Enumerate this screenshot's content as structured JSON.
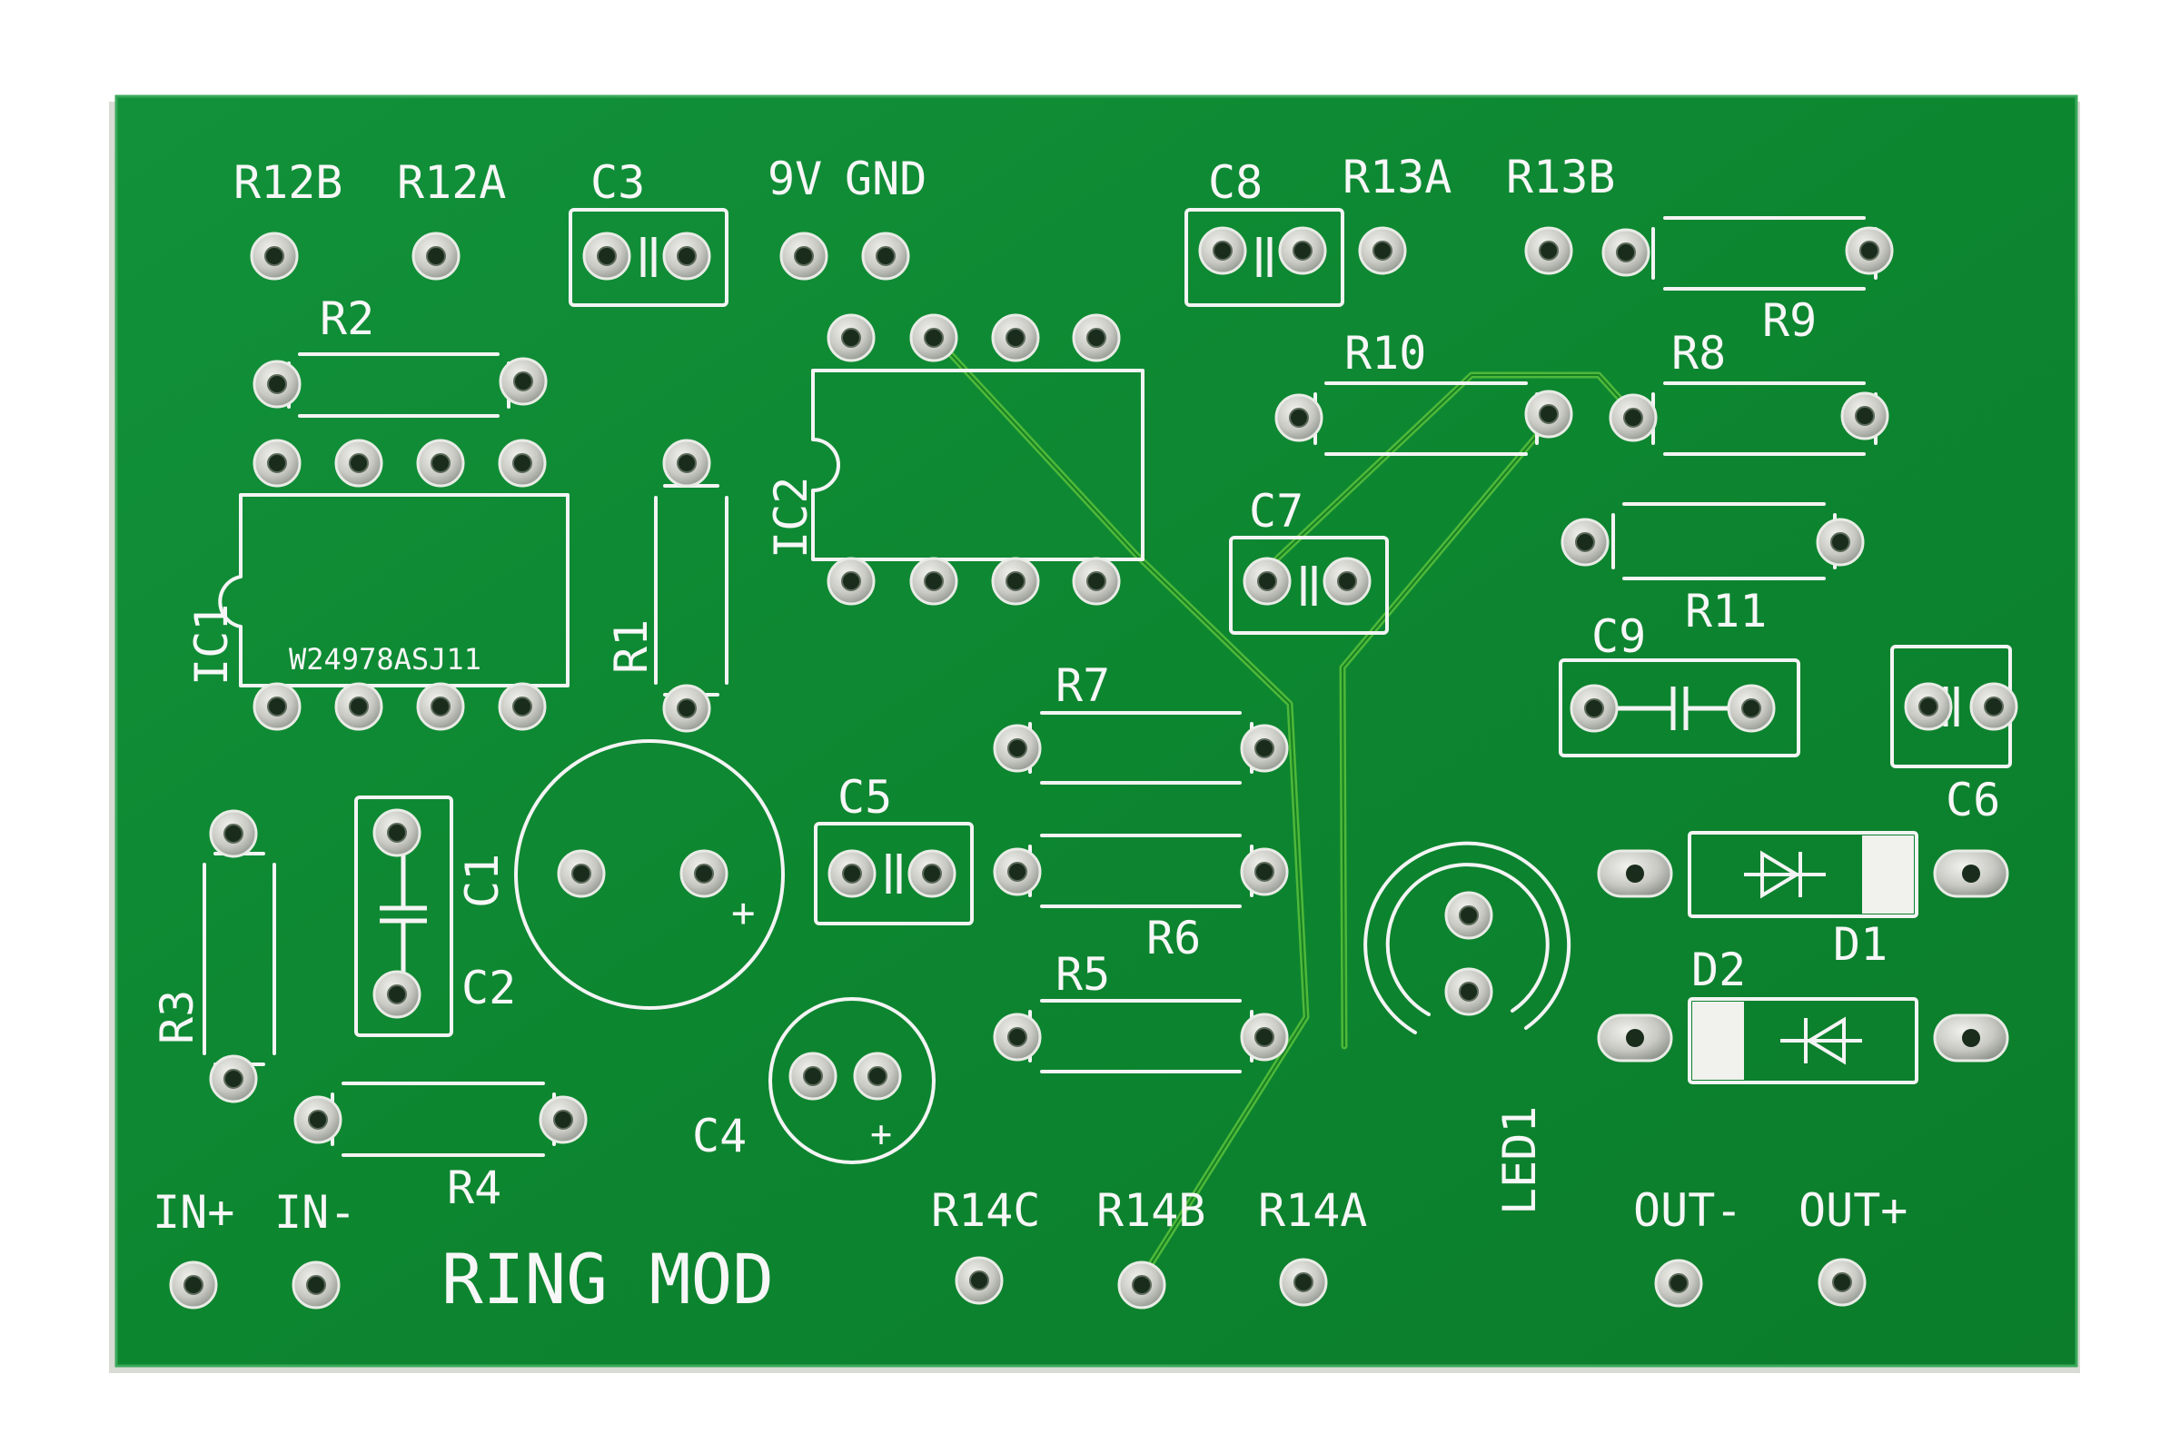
{
  "board": {
    "title": "RING MOD",
    "colors": {
      "soldermask": "#0e8a2f",
      "soldermask_shade": "#0a7a28",
      "silkscreen": "#f4f4f4",
      "pad": "#c9c9c4",
      "trace": "#4db83a"
    }
  },
  "labels": {
    "r12b": "R12B",
    "r12a": "R12A",
    "c3": "C3",
    "v9": "9V",
    "gnd": "GND",
    "c8": "C8",
    "r13a": "R13A",
    "r13b": "R13B",
    "r2": "R2",
    "r9": "R9",
    "r10": "R10",
    "r8": "R8",
    "ic2": "IC2",
    "ic1": "IC1",
    "ic1_part": "W24978ASJ11",
    "r1": "R1",
    "c7": "C7",
    "c9": "C9",
    "r11": "R11",
    "r7": "R7",
    "c6": "C6",
    "c5": "C5",
    "c1": "C1",
    "c2": "C2",
    "r3": "R3",
    "r6": "R6",
    "r5": "R5",
    "d1": "D1",
    "d2": "D2",
    "c4": "C4",
    "r4": "R4",
    "led1": "LED1",
    "in_plus": "IN+",
    "in_minus": "IN-",
    "r14c": "R14C",
    "r14b": "R14B",
    "r14a": "R14A",
    "out_minus": "OUT-",
    "out_plus": "OUT+",
    "plus_big": "+",
    "plus_small": "+"
  }
}
